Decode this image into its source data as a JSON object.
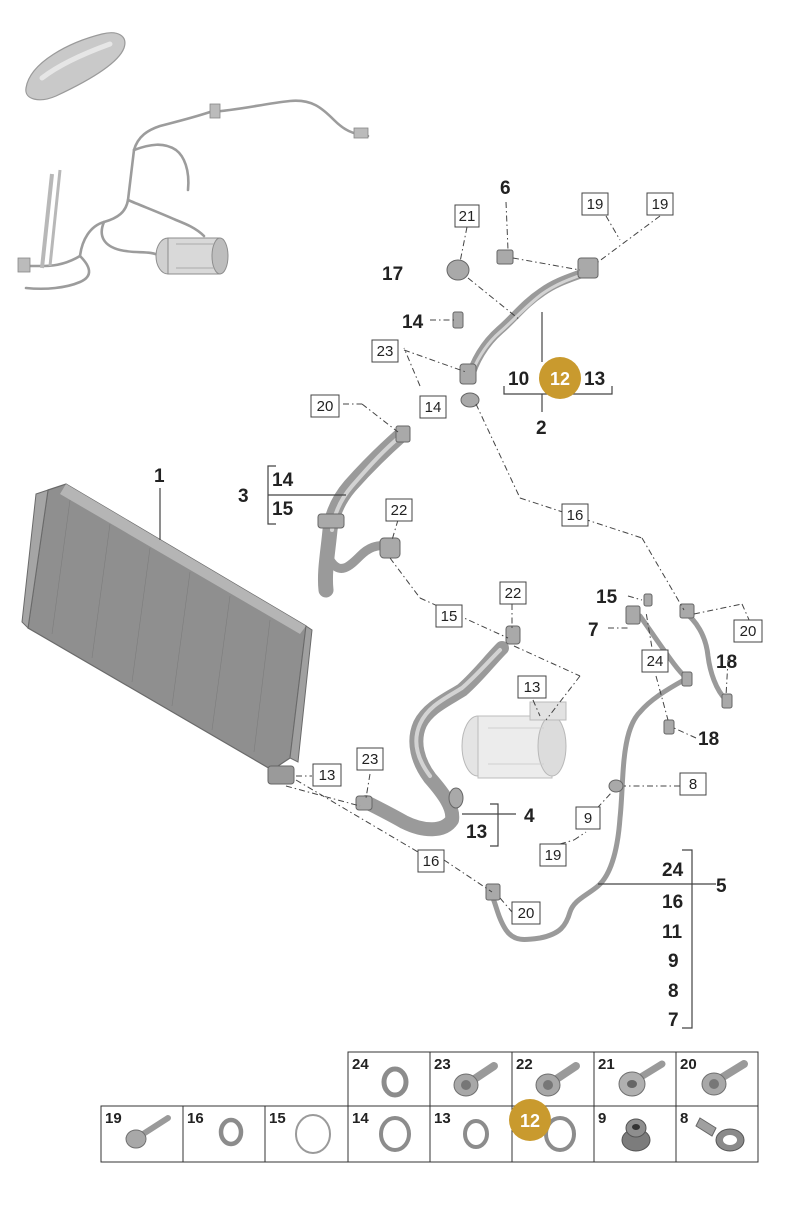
{
  "callouts": {
    "n1": "1",
    "n2": "2",
    "n3": "3",
    "n4": "4",
    "n5": "5",
    "n6": "6",
    "n7": "7",
    "n10": "10",
    "n13": "13",
    "n14": "14",
    "n15": "15",
    "n17": "17",
    "n18": "18",
    "n24": "24",
    "n16": "16",
    "n11": "11",
    "n9": "9",
    "n8": "8"
  },
  "boxed_refs": {
    "b19": "19",
    "b21": "21",
    "b23": "23",
    "b20": "20",
    "b14": "14",
    "b22": "22",
    "b16": "16",
    "b15": "15",
    "b13": "13",
    "b24": "24",
    "b8": "8",
    "b9": "9"
  },
  "highlight": {
    "label": "12",
    "color": "#c99a2e"
  },
  "parts_grid": {
    "row1": [
      {
        "num": "24",
        "icon": "o-ring-icon"
      },
      {
        "num": "23",
        "icon": "flange-bolt-icon"
      },
      {
        "num": "22",
        "icon": "flange-bolt-icon"
      },
      {
        "num": "21",
        "icon": "pan-head-bolt-icon"
      },
      {
        "num": "20",
        "icon": "flange-bolt-icon"
      }
    ],
    "row2": [
      {
        "num": "19",
        "icon": "bolt-icon"
      },
      {
        "num": "16",
        "icon": "o-ring-icon"
      },
      {
        "num": "15",
        "icon": "o-ring-icon"
      },
      {
        "num": "14",
        "icon": "o-ring-icon"
      },
      {
        "num": "13",
        "icon": "o-ring-icon"
      },
      {
        "num": "12",
        "icon": "o-ring-icon"
      },
      {
        "num": "9",
        "icon": "grommet-icon"
      },
      {
        "num": "8",
        "icon": "sleeve-bracket-icon"
      }
    ]
  }
}
